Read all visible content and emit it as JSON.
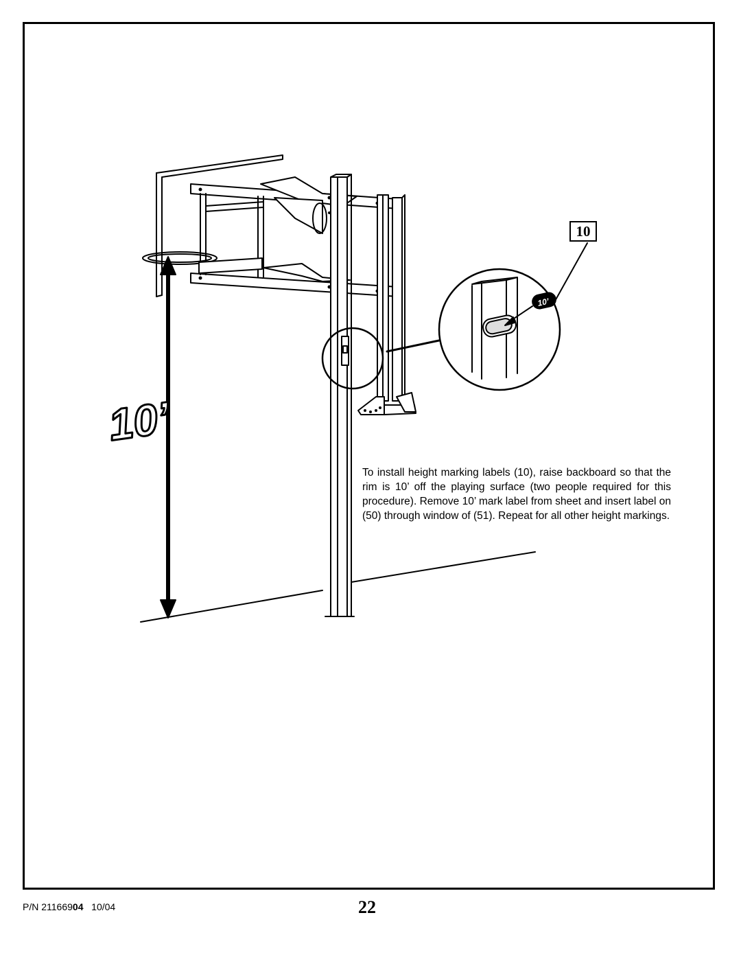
{
  "callout": {
    "part_number": "10"
  },
  "figure": {
    "height_mark": "10’",
    "label_in_detail": "10’"
  },
  "instructions": {
    "text": "To install height marking labels (10), raise backboard so that the rim is 10’ off the playing surface (two people required for this procedure). Remove 10’ mark label from sheet and insert label on (50) through window of (51). Repeat for all other height markings."
  },
  "footer": {
    "pn_prefix": "P/N 211669",
    "pn_bold": "04",
    "date": "10/04",
    "page_number": "22"
  }
}
